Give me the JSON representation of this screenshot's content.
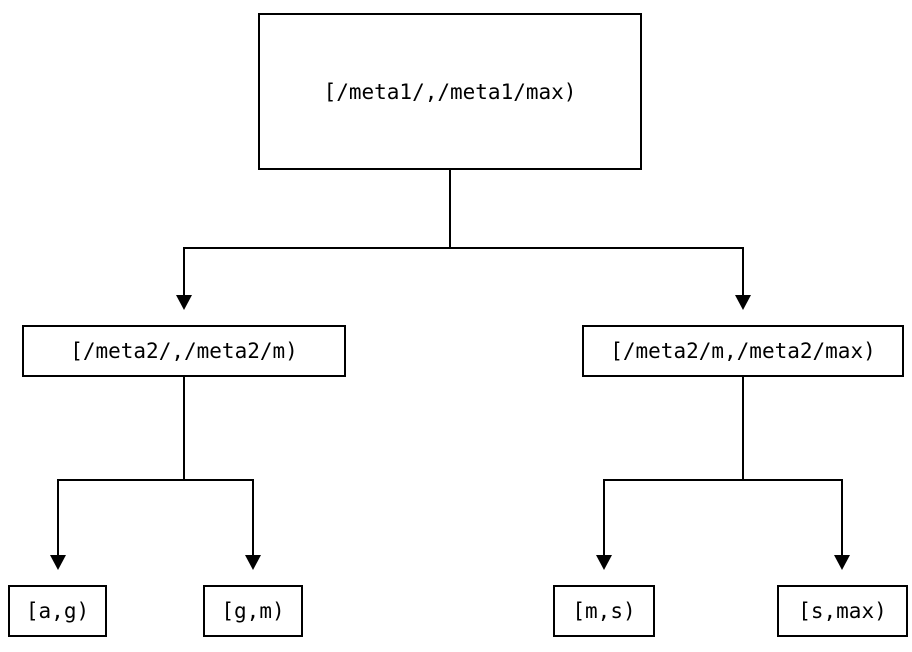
{
  "diagram": {
    "type": "tree",
    "colors": {
      "background": "#ffffff",
      "line": "#000000",
      "text": "#000000"
    },
    "tree": {
      "label": "[/meta1/,/meta1/max)",
      "children": [
        {
          "label": "[/meta2/,/meta2/m)",
          "children": [
            {
              "label": "[a,g)"
            },
            {
              "label": "[g,m)"
            }
          ]
        },
        {
          "label": "[/meta2/m,/meta2/max)",
          "children": [
            {
              "label": "[m,s)"
            },
            {
              "label": "[s,max)"
            }
          ]
        }
      ]
    }
  }
}
